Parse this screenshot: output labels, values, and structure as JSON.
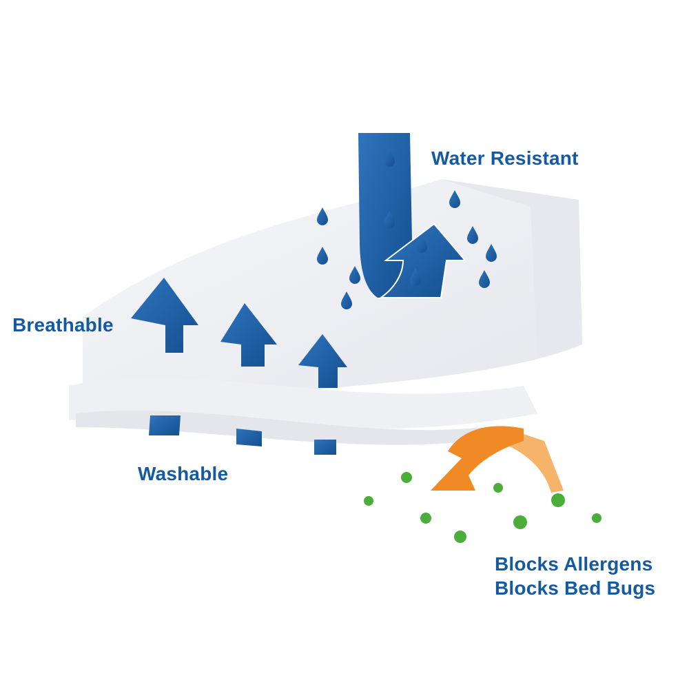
{
  "labels": {
    "water_resistant": "Water Resistant",
    "breathable": "Breathable",
    "washable": "Washable",
    "blocks_allergens": "Blocks Allergens",
    "blocks_bed_bugs": "Blocks Bed Bugs"
  },
  "colors": {
    "primary_blue": "#1c5ea5",
    "label_blue": "#155a9e",
    "orange": "#f08a24",
    "light_orange": "#f6b36a",
    "green": "#4cae3a",
    "fabric": "#e8eaf0"
  },
  "icons": [
    "water-drop-icon",
    "up-arrow-icon",
    "down-arrow-icon",
    "curved-arrow-icon",
    "allergen-particle-icon"
  ]
}
